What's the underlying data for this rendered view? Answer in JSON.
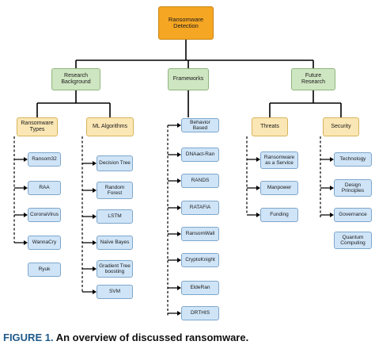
{
  "root": {
    "label": "Ransomware Detection"
  },
  "categories": {
    "research_background": "Research Background",
    "frameworks": "Frameworks",
    "future_research": "Future Research"
  },
  "subcategories": {
    "ransomware_types": "Ransomware Types",
    "ml_algorithms": "ML Algorithms",
    "threats": "Threats",
    "security": "Security"
  },
  "ransomware_types": [
    "Ransom32",
    "RAA",
    "CoronaVirus",
    "WannaCry",
    "Ryuk"
  ],
  "ml_algorithms": [
    "Decision Tree",
    "Random Forest",
    "LSTM",
    "Naïve Bayes",
    "Gradient Tree boosting",
    "SVM"
  ],
  "frameworks": [
    "Behavior Based",
    "DNAact-Ran",
    "RANDS",
    "RATAFIA",
    "RansomWall",
    "CryptoKnight",
    "EldeRan",
    "DRTHIS"
  ],
  "threats": [
    "Ransomware as a Service",
    "Manpower",
    "Funding"
  ],
  "security": [
    "Technology",
    "Design Principles",
    "Governance",
    "Quantum Computing"
  ],
  "caption": {
    "label": "FIGURE 1.",
    "text": "An overview of discussed ransomware."
  },
  "colors": {
    "root": "#f5a623",
    "category": "#cfe6c2",
    "subcategory": "#fbe7b5",
    "leaf": "#cfe4f7",
    "line": "#000000",
    "caption_label": "#1f5a8a"
  }
}
